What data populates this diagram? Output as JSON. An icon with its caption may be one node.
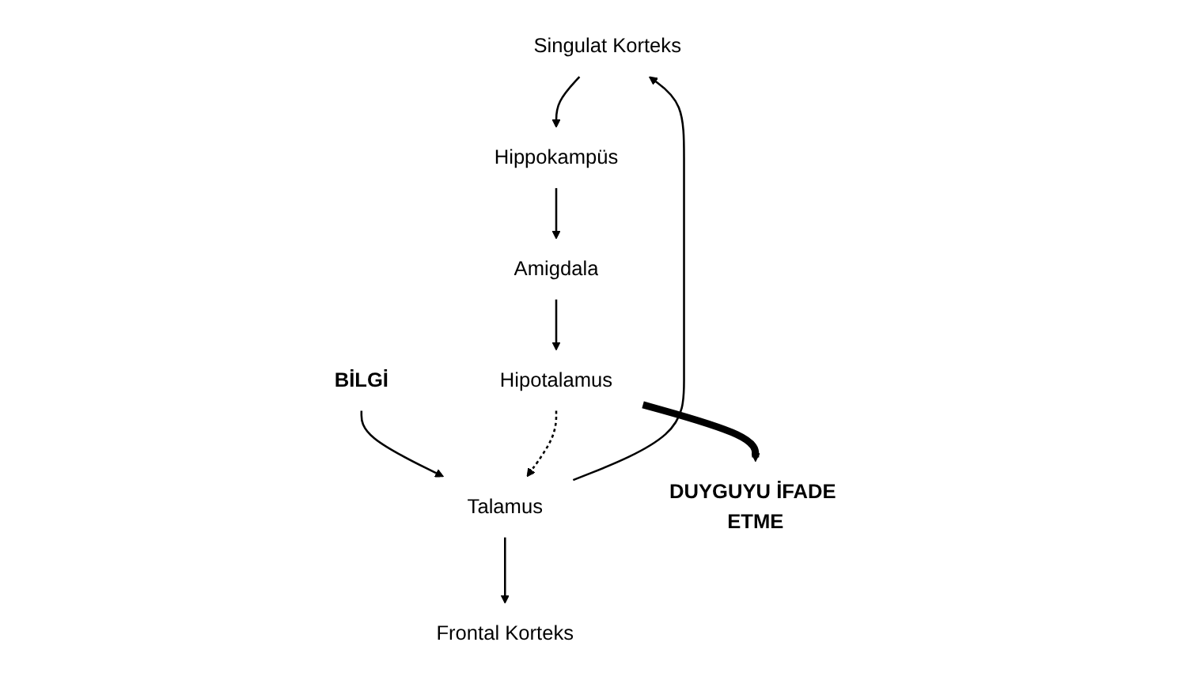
{
  "diagram": {
    "nodes": [
      {
        "text": [
          "Frontal Korteks"
        ]
      },
      {
        "text": [
          "Singulat Korteks"
        ]
      },
      {
        "text": [
          "Talamus"
        ]
      },
      {
        "text": [
          "Hippokampüs"
        ]
      },
      {
        "text": [
          "Amigdala"
        ]
      },
      {
        "text": [
          "BİLGİ"
        ]
      },
      {
        "text": [
          "Hipotalamus"
        ]
      },
      {
        "text": [
          "DUYGUYU İFADE ETME"
        ]
      }
    ],
    "edges": [
      {
        "from": 2,
        "to": 0,
        "arrow": "to"
      },
      {
        "from": 2,
        "to": 1,
        "arrow": "to"
      },
      {
        "from": 1,
        "to": 3,
        "arrow": "to"
      },
      {
        "from": 3,
        "to": 4,
        "arrow": "to"
      },
      {
        "from": 4,
        "to": 6,
        "arrow": "to"
      },
      {
        "from": 5,
        "to": 2,
        "arrow": "to"
      },
      {
        "from": 6,
        "to": 2,
        "arrow": "to",
        "style": "dashed"
      },
      {
        "from": 6,
        "to": 7,
        "arrow": "to",
        "style": "thick"
      }
    ]
  }
}
